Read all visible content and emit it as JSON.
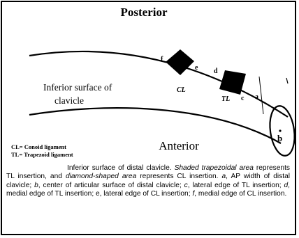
{
  "figure": {
    "title_top": "Posterior",
    "title_bottom": "Anterior",
    "region_label_line1": "Inferior surface of",
    "region_label_line2": "clavicle",
    "label_cl": "CL",
    "label_tl": "TL",
    "point_a": "a",
    "point_b": "b",
    "point_c": "c",
    "point_d": "d",
    "point_e": "e",
    "point_f": "f"
  },
  "legend": {
    "cl": "CL= Conoid ligament",
    "tl": "TL= Trapezoid ligament"
  },
  "caption": {
    "p1": "Inferior surface of distal clavicle. ",
    "p2": "Shaded trapezoidal area",
    "p3": " represents TL insertion, and ",
    "p4": "diamond-shaped area",
    "p5": " represents CL insertion. ",
    "p6": "a",
    "p7": ", AP width of distal clavicle; ",
    "p8": "b",
    "p9": ", center of articular surface of distal clavicle; ",
    "p10": "c",
    "p11": ", lateral edge of TL insertion; ",
    "p12": "d",
    "p13": ", medial edge of TL insertion; e, lateral edge of CL insertion; ",
    "p14": "f",
    "p15": ", medial edge of CL insertion."
  }
}
